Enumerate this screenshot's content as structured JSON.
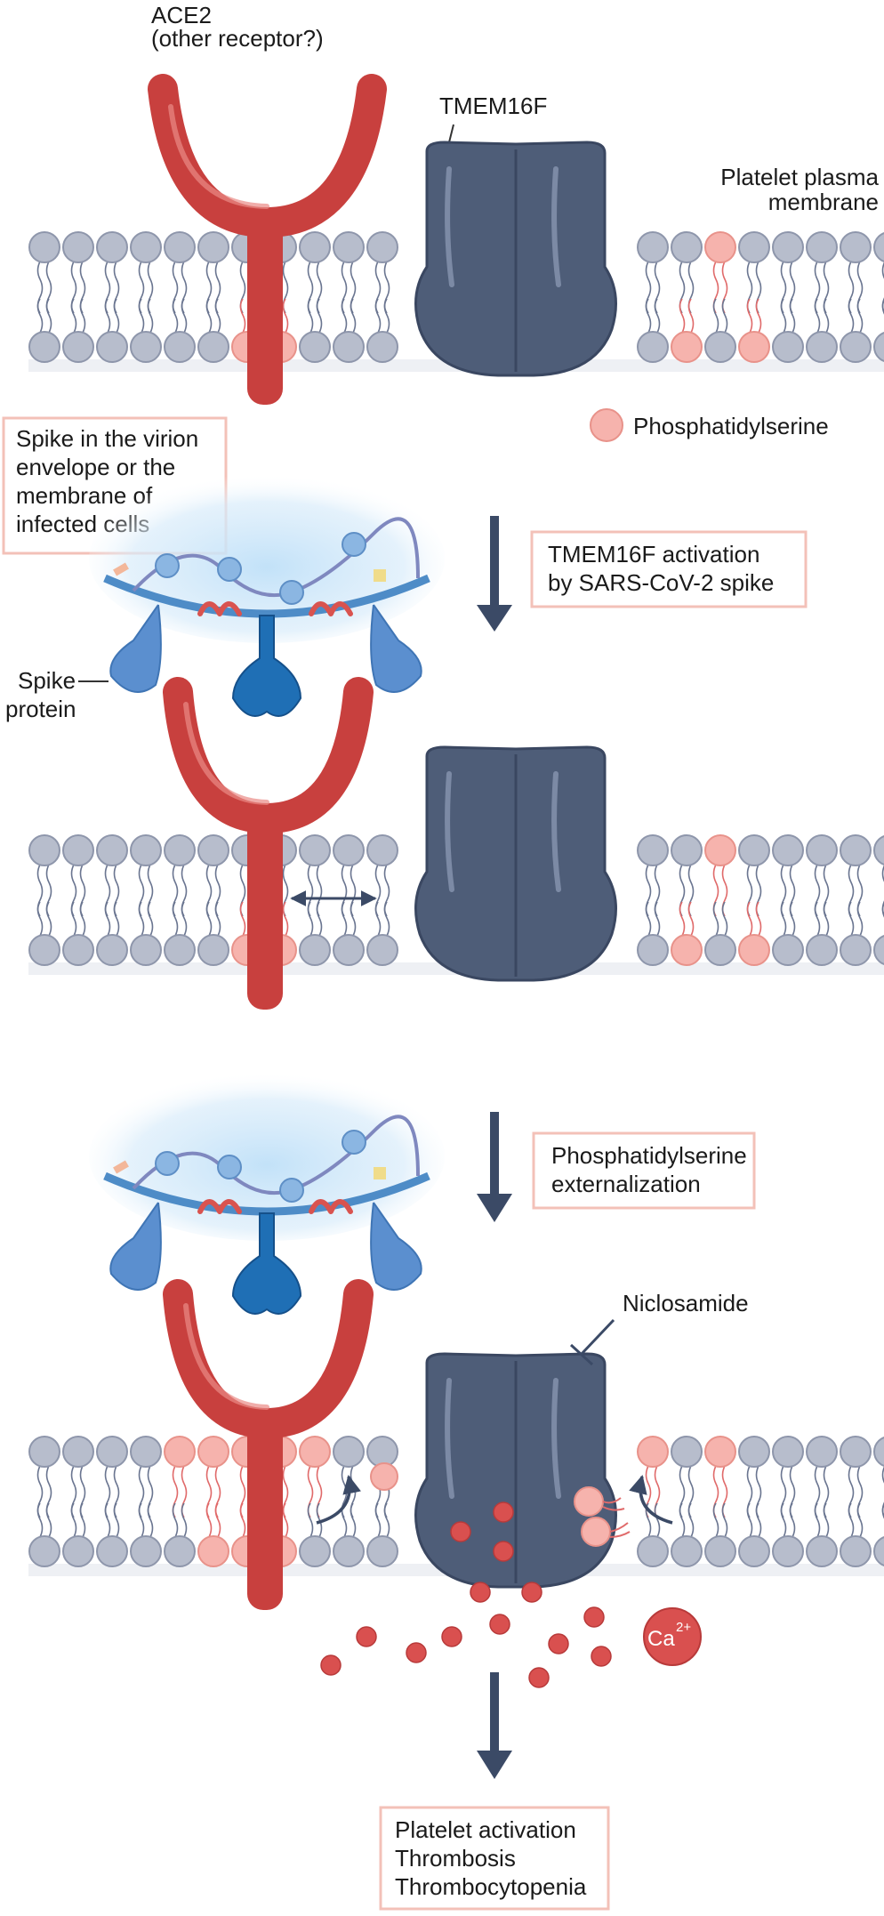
{
  "labels": {
    "receptor_line1": "ACE2",
    "receptor_line2": "(other receptor?)",
    "channel": "TMEM16F",
    "membrane_line1": "Platelet plasma",
    "membrane_line2": "membrane",
    "ps_legend": "Phosphatidylserine",
    "spike_line1": "Spike",
    "spike_line2": "protein",
    "niclosamide": "Niclosamide",
    "calcium": "Ca",
    "calcium_charge": "2+"
  },
  "boxes": {
    "virion": [
      "Spike in the virion",
      "envelope or the",
      "membrane of",
      "infected cells"
    ],
    "step1": [
      "TMEM16F activation",
      "by SARS-CoV-2 spike"
    ],
    "step2": [
      "Phosphatidylserine",
      "externalization"
    ],
    "outcome": [
      "Platelet activation",
      "Thrombosis",
      "Thrombocytopenia"
    ]
  },
  "colors": {
    "receptor": "#c8403e",
    "channel": "#4e5d78",
    "lipid_head": "#b7bdcc",
    "ps_head": "#f6b3ad",
    "spike": "#5b8fcf",
    "spike_dark": "#1f6fb5",
    "virion_glow": "#cfe6f8",
    "box_border": "#f3c1b8",
    "arrow": "#3b4a66",
    "calcium": "#d9504f"
  }
}
